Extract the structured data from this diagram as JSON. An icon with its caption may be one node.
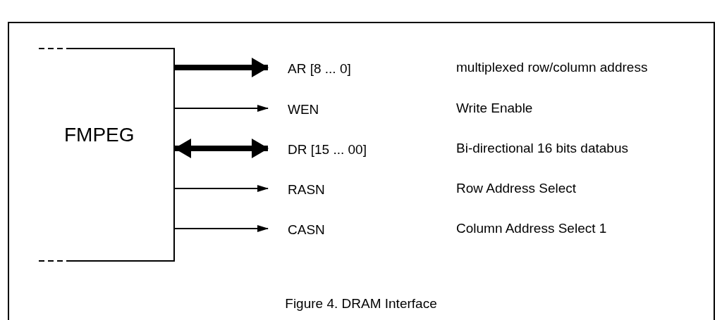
{
  "diagram": {
    "caption": "Figure 4. DRAM Interface",
    "nodes": [
      {
        "text": [
          "FMPEG"
        ]
      },
      {
        "text": [
          "AR [8 ... 0]"
        ]
      },
      {
        "text": [
          "WEN"
        ]
      },
      {
        "text": [
          "DR [15 ... 00]"
        ]
      },
      {
        "text": [
          "RASN"
        ]
      },
      {
        "text": [
          "CASN"
        ]
      }
    ],
    "edges": [
      {
        "from": 0,
        "to": 1,
        "arrow": "to",
        "style": "thick"
      },
      {
        "from": 0,
        "to": 2,
        "arrow": "to"
      },
      {
        "from": 0,
        "to": 3,
        "arrow": "both",
        "style": "thick"
      },
      {
        "from": 0,
        "to": 4,
        "arrow": "to"
      },
      {
        "from": 0,
        "to": 5,
        "arrow": "to"
      }
    ],
    "labels": [
      "multiplexed row/column address",
      "Write Enable",
      "Bi-directional 16 bits databus",
      "Row Address Select",
      "Column Address Select 1"
    ]
  }
}
